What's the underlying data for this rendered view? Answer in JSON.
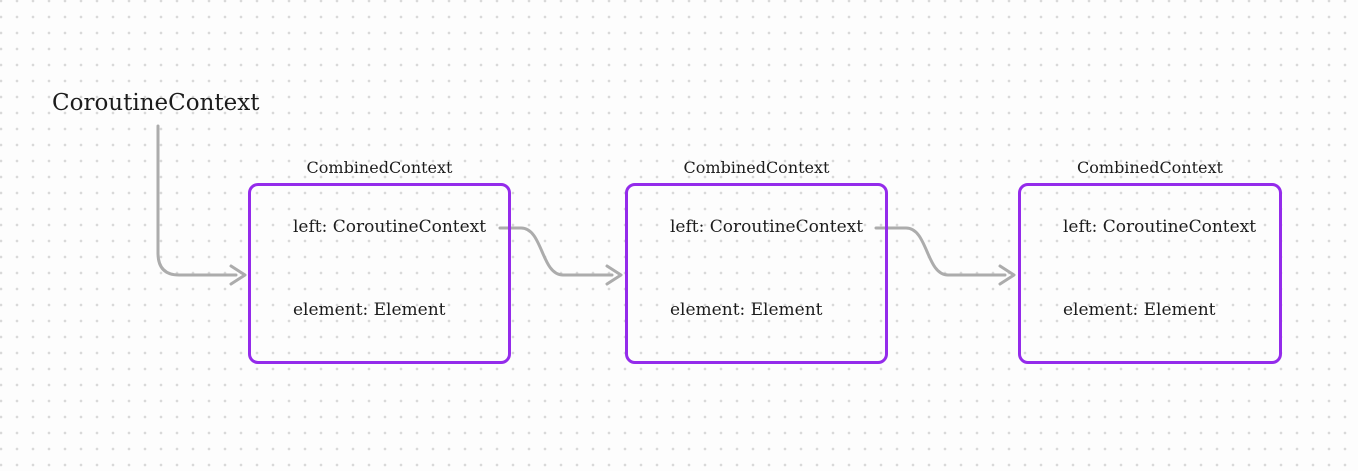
{
  "title": "CoroutineContext",
  "nodes": [
    {
      "label": "CombinedContext",
      "fields": [
        "left: CoroutineContext",
        "element: Element"
      ]
    },
    {
      "label": "CombinedContext",
      "fields": [
        "left: CoroutineContext",
        "element: Element"
      ]
    },
    {
      "label": "CombinedContext",
      "fields": [
        "left: CoroutineContext",
        "element: Element"
      ]
    }
  ],
  "colors": {
    "background": "#fdfdfd",
    "dot": "#d9d9d9",
    "node_border": "#942beb",
    "arrow": "#acacac",
    "text": "#1c1c1c"
  }
}
